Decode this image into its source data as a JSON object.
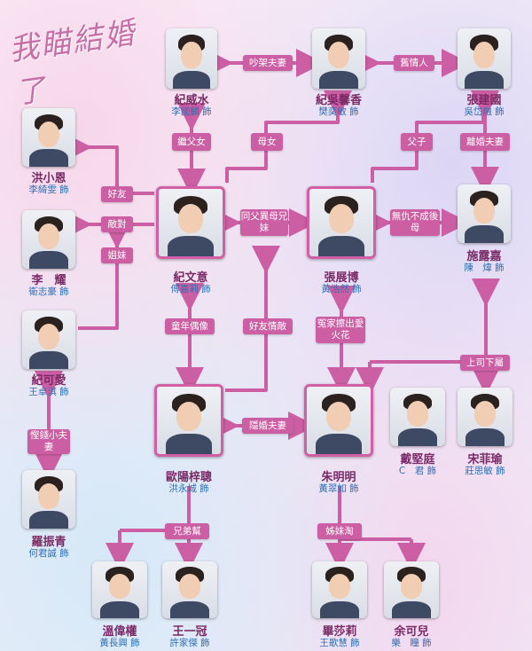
{
  "title": "我瞄結婚了",
  "colors": {
    "line": "#cc5ea3",
    "label_bg": "#cc5ea3",
    "name": "#7a2a66",
    "actor": "#2f6fb2"
  },
  "people": {
    "ji_weishui": {
      "name": "紀威水",
      "actor": "李國麟 飾"
    },
    "ji_wu_xinxiang": {
      "name": "紀吳馨香",
      "actor": "樊奕敏 飾"
    },
    "zhang_jianguo": {
      "name": "張建國",
      "actor": "吳岱融 飾"
    },
    "hong_xiaoen": {
      "name": "洪小恩",
      "actor": "李綺雯 飾"
    },
    "ji_wenyi": {
      "name": "紀文意",
      "actor": "傅嘉莉 飾"
    },
    "zhang_zhanbo": {
      "name": "張展博",
      "actor": "黃浩然 飾"
    },
    "shi_lujia": {
      "name": "施露嘉",
      "actor": "陳　煒 飾"
    },
    "li_yao": {
      "name": "李　耀",
      "actor": "衛志豪 飾"
    },
    "ji_keai": {
      "name": "紀可愛",
      "actor": "王卓淇 飾"
    },
    "ouyang_zicong": {
      "name": "歐陽梓聰",
      "actor": "洪永城 飾"
    },
    "zhu_mingming": {
      "name": "朱明明",
      "actor": "黃翠如 飾"
    },
    "dai_jianting": {
      "name": "戴堅庭",
      "actor": "C　君 飾"
    },
    "song_feiyu": {
      "name": "宋菲瑜",
      "actor": "莊思敏 飾"
    },
    "luo_zhenqing": {
      "name": "羅振青",
      "actor": "何君誠 飾"
    },
    "wen_weiquan": {
      "name": "溫偉權",
      "actor": "黃長興 飾"
    },
    "wang_yiguan": {
      "name": "王一冠",
      "actor": "許家傑 飾"
    },
    "bi_shali": {
      "name": "畢莎莉",
      "actor": "王歌慧 飾"
    },
    "yu_keer": {
      "name": "余可兒",
      "actor": "樂　瞳 飾"
    }
  },
  "relations": {
    "quarrel_couple": "吵架夫妻",
    "old_lover": "舊情人",
    "stepfather_daughter": "繼父女",
    "mother_daughter": "母女",
    "father_son": "父子",
    "divorced_couple": "離婚夫妻",
    "friends": "好友",
    "rivals": "敵對",
    "sisters": "姐妹",
    "half_siblings": "同父異母兄妹",
    "no_grudge_stepmother": "無仇不成後母",
    "childhood_idol": "童年偶像",
    "friends_rivals": "好友情敵",
    "enemies_spark": "冤家擦出愛火花",
    "boss_subordinate": "上司下屬",
    "hidden_marriage": "隱婚夫妻",
    "stingy_couple": "慳錢小夫妻",
    "brothers": "兄弟幫",
    "sisters_gang": "姊妹淘"
  }
}
